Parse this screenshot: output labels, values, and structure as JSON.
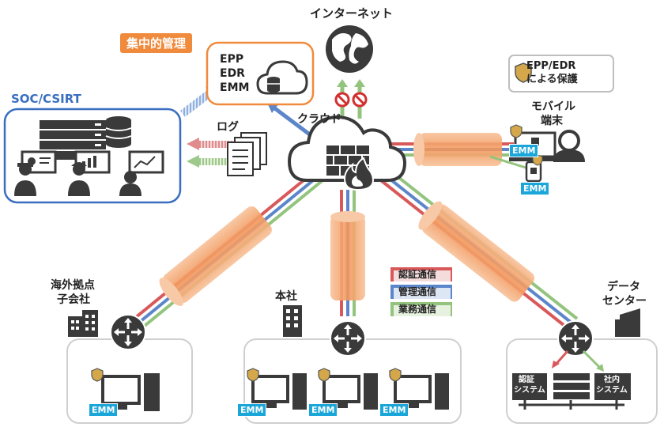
{
  "internet": {
    "label": "インターネット"
  },
  "centralized": {
    "tag": "集中的管理",
    "items": [
      "EPP",
      "EDR",
      "EMM"
    ]
  },
  "soc": {
    "label": "SOC/CSIRT"
  },
  "logs": {
    "label": "ログ"
  },
  "cloud": {
    "label": "クラウド"
  },
  "mobile": {
    "protection_line1": "EPP/EDR",
    "protection_line2": "による保護",
    "label_line1": "モバイル",
    "label_line2": "端末",
    "emm1": "EMM",
    "emm2": "EMM"
  },
  "overseas": {
    "line1": "海外拠点",
    "line2": "子会社",
    "emm": "EMM"
  },
  "hq": {
    "label": "本社",
    "emm": [
      "EMM",
      "EMM",
      "EMM"
    ]
  },
  "datacenter": {
    "line1": "データ",
    "line2": "センター",
    "auth_system_l1": "認証",
    "auth_system_l2": "システム",
    "internal_system_l1": "社内",
    "internal_system_l2": "システム"
  },
  "legend": {
    "items": [
      {
        "label": "認証通信",
        "color": "#d9595b"
      },
      {
        "label": "管理通信",
        "color": "#5b86c9"
      },
      {
        "label": "業務通信",
        "color": "#93c47d"
      }
    ]
  },
  "colors": {
    "auth": "#d9595b",
    "mgmt": "#5b86c9",
    "business": "#93c47d",
    "tube": "#f4a46a",
    "soc_border": "#3a6fc0",
    "central_border": "#f08a3c",
    "icon": "#3a3a3a"
  }
}
